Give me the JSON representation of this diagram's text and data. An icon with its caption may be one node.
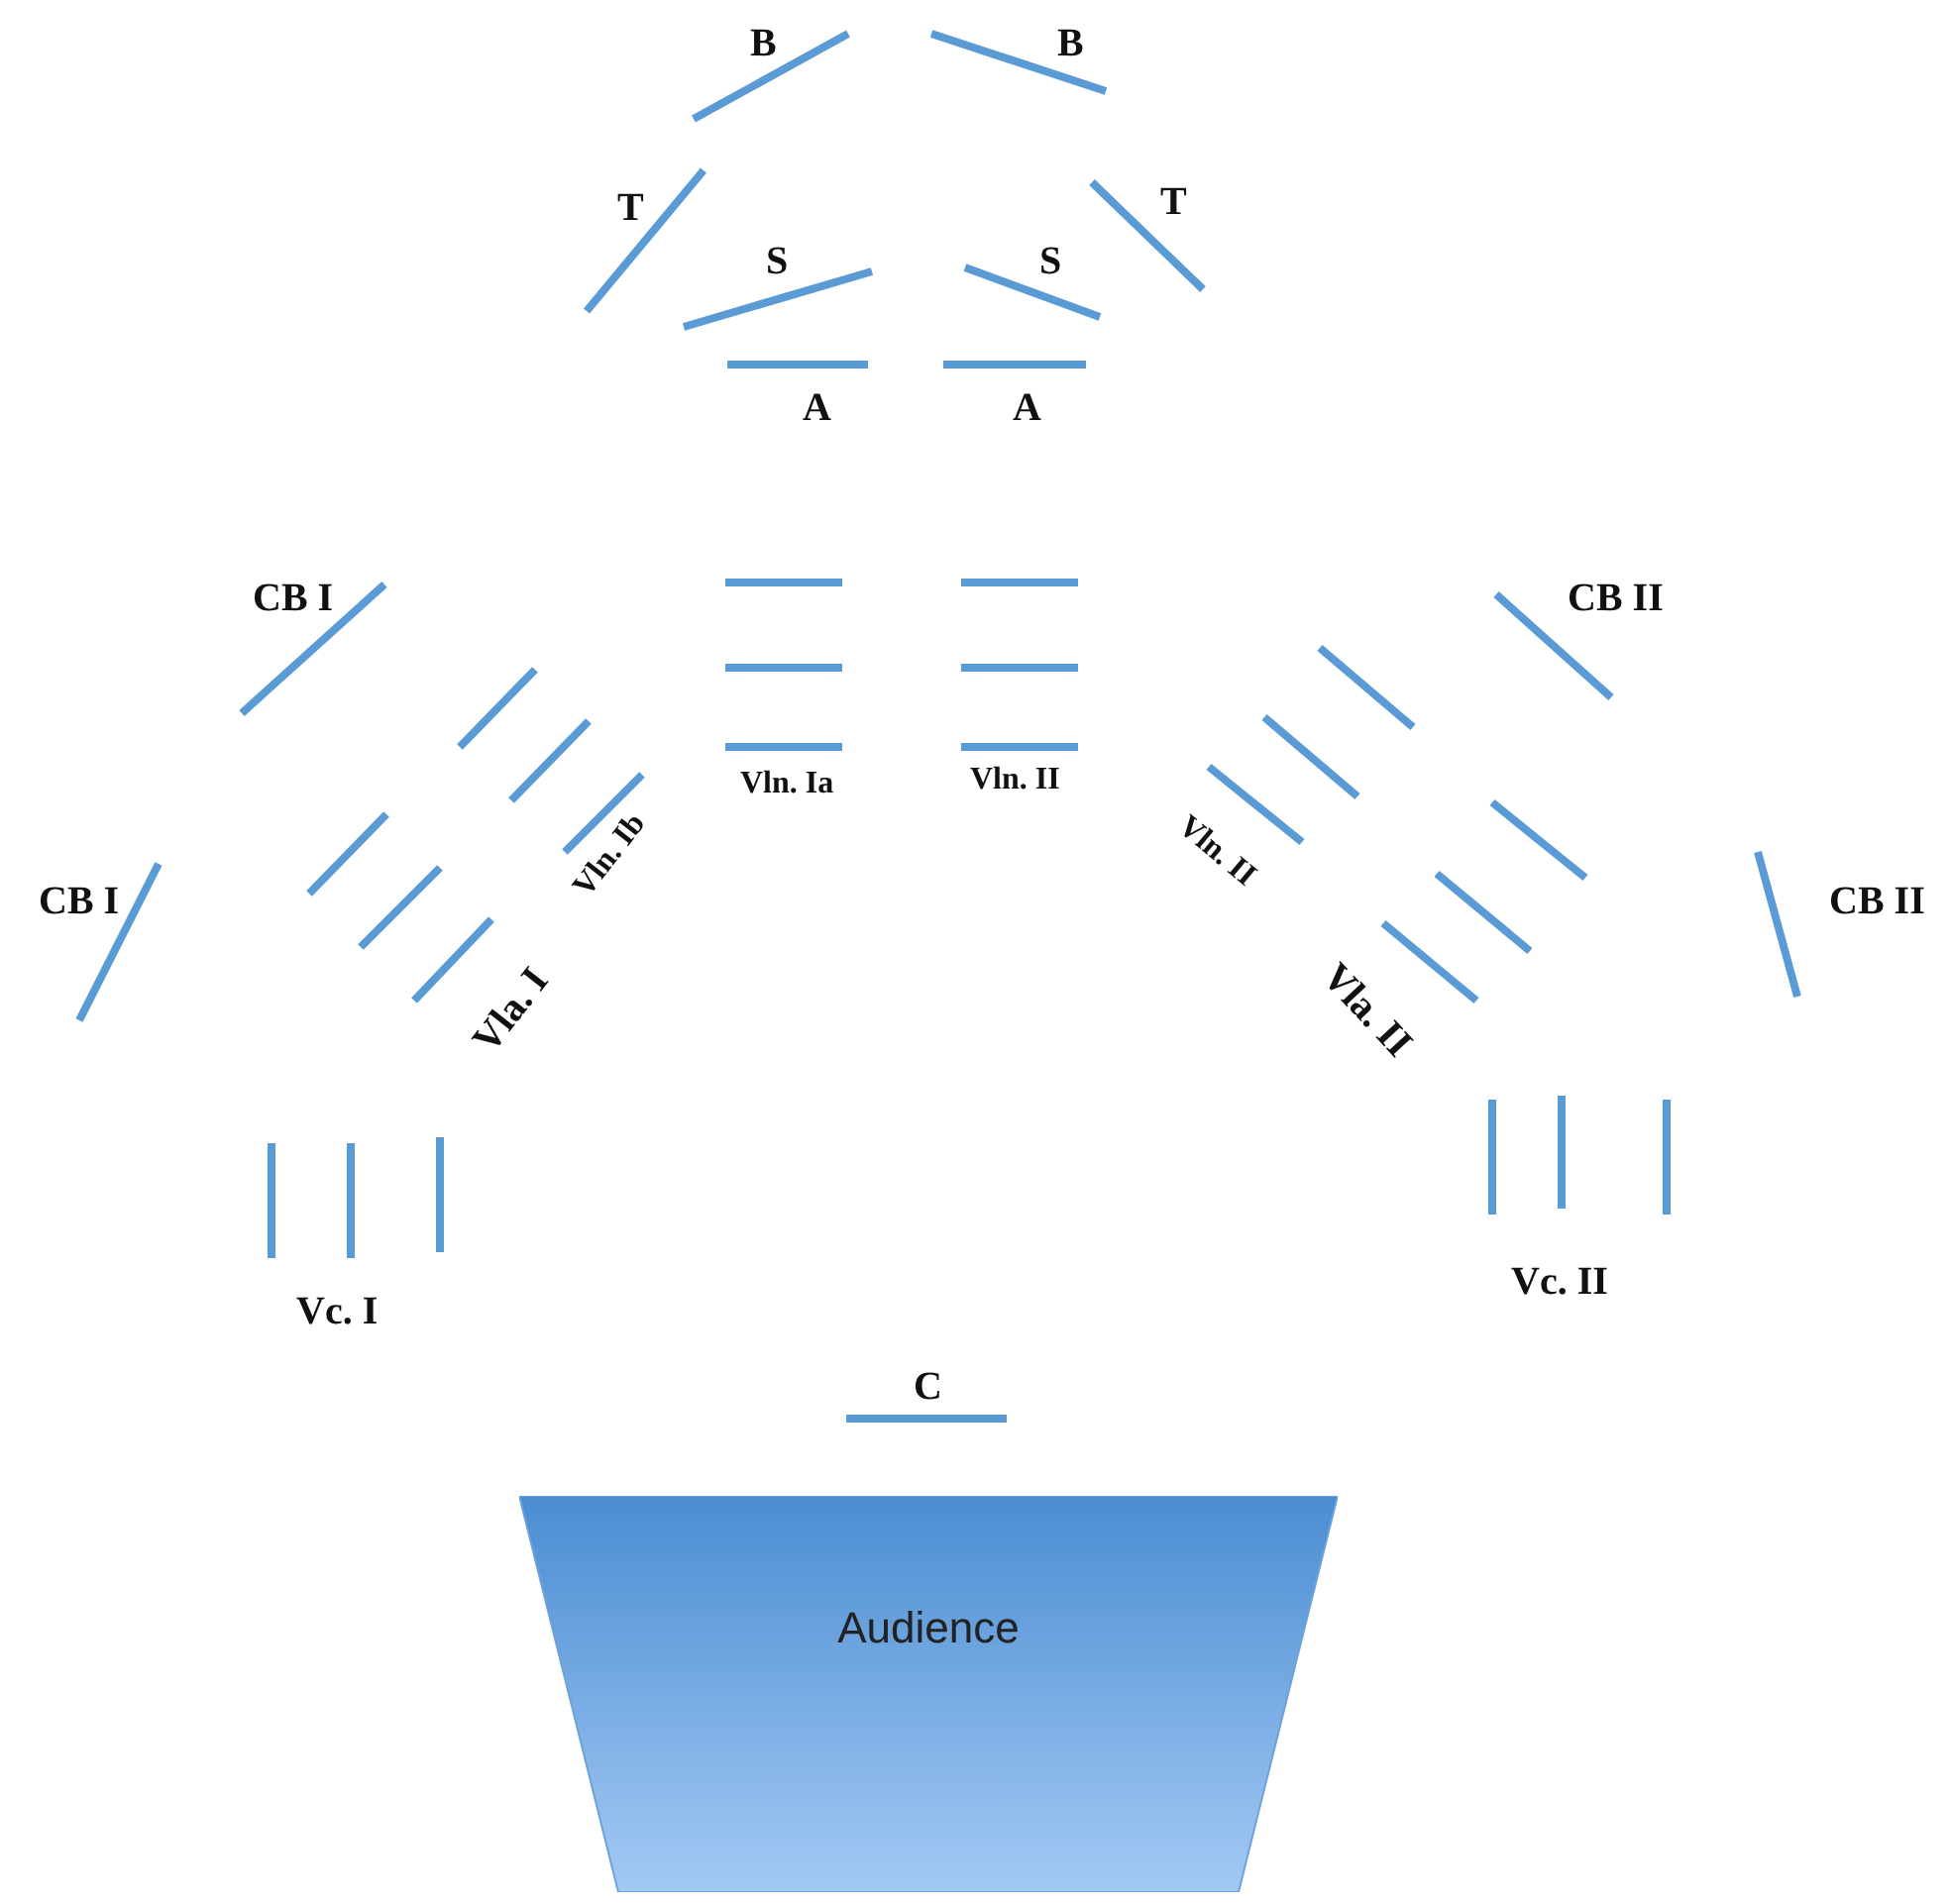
{
  "diagram": {
    "nodes": [
      {
        "text": [
          "Audience"
        ]
      }
    ],
    "labels": [
      "B",
      "B",
      "T",
      "T",
      "S",
      "S",
      "A",
      "A",
      "CB I",
      "CB II",
      "Vln. Ia",
      "Vln. II",
      "Vln. Ib",
      "Vln. II",
      "CB I",
      "CB II",
      "Vla. I",
      "Vla. II",
      "Vc. I",
      "Vc. II",
      "C"
    ]
  }
}
